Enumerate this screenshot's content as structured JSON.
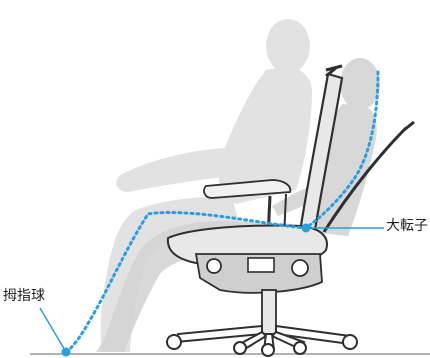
{
  "labels": {
    "greater_trochanter": "大転子",
    "big_toe": "拇指球"
  },
  "colors": {
    "background": "#ffffff",
    "silhouette_back": "#e2e2e2",
    "silhouette_front": "#d4d4d4",
    "chair_frame": "#2f2f2f",
    "chair_mesh": "#bdbdbd",
    "chair_fill": "#e8e8e8",
    "trace_dots": "#2a9fe0",
    "pointer_line": "#2a9fe0",
    "floor": "#999999",
    "label_text": "#222222"
  },
  "icons": {
    "person": "seated-person-silhouette",
    "chair": "reclining-office-chair"
  }
}
